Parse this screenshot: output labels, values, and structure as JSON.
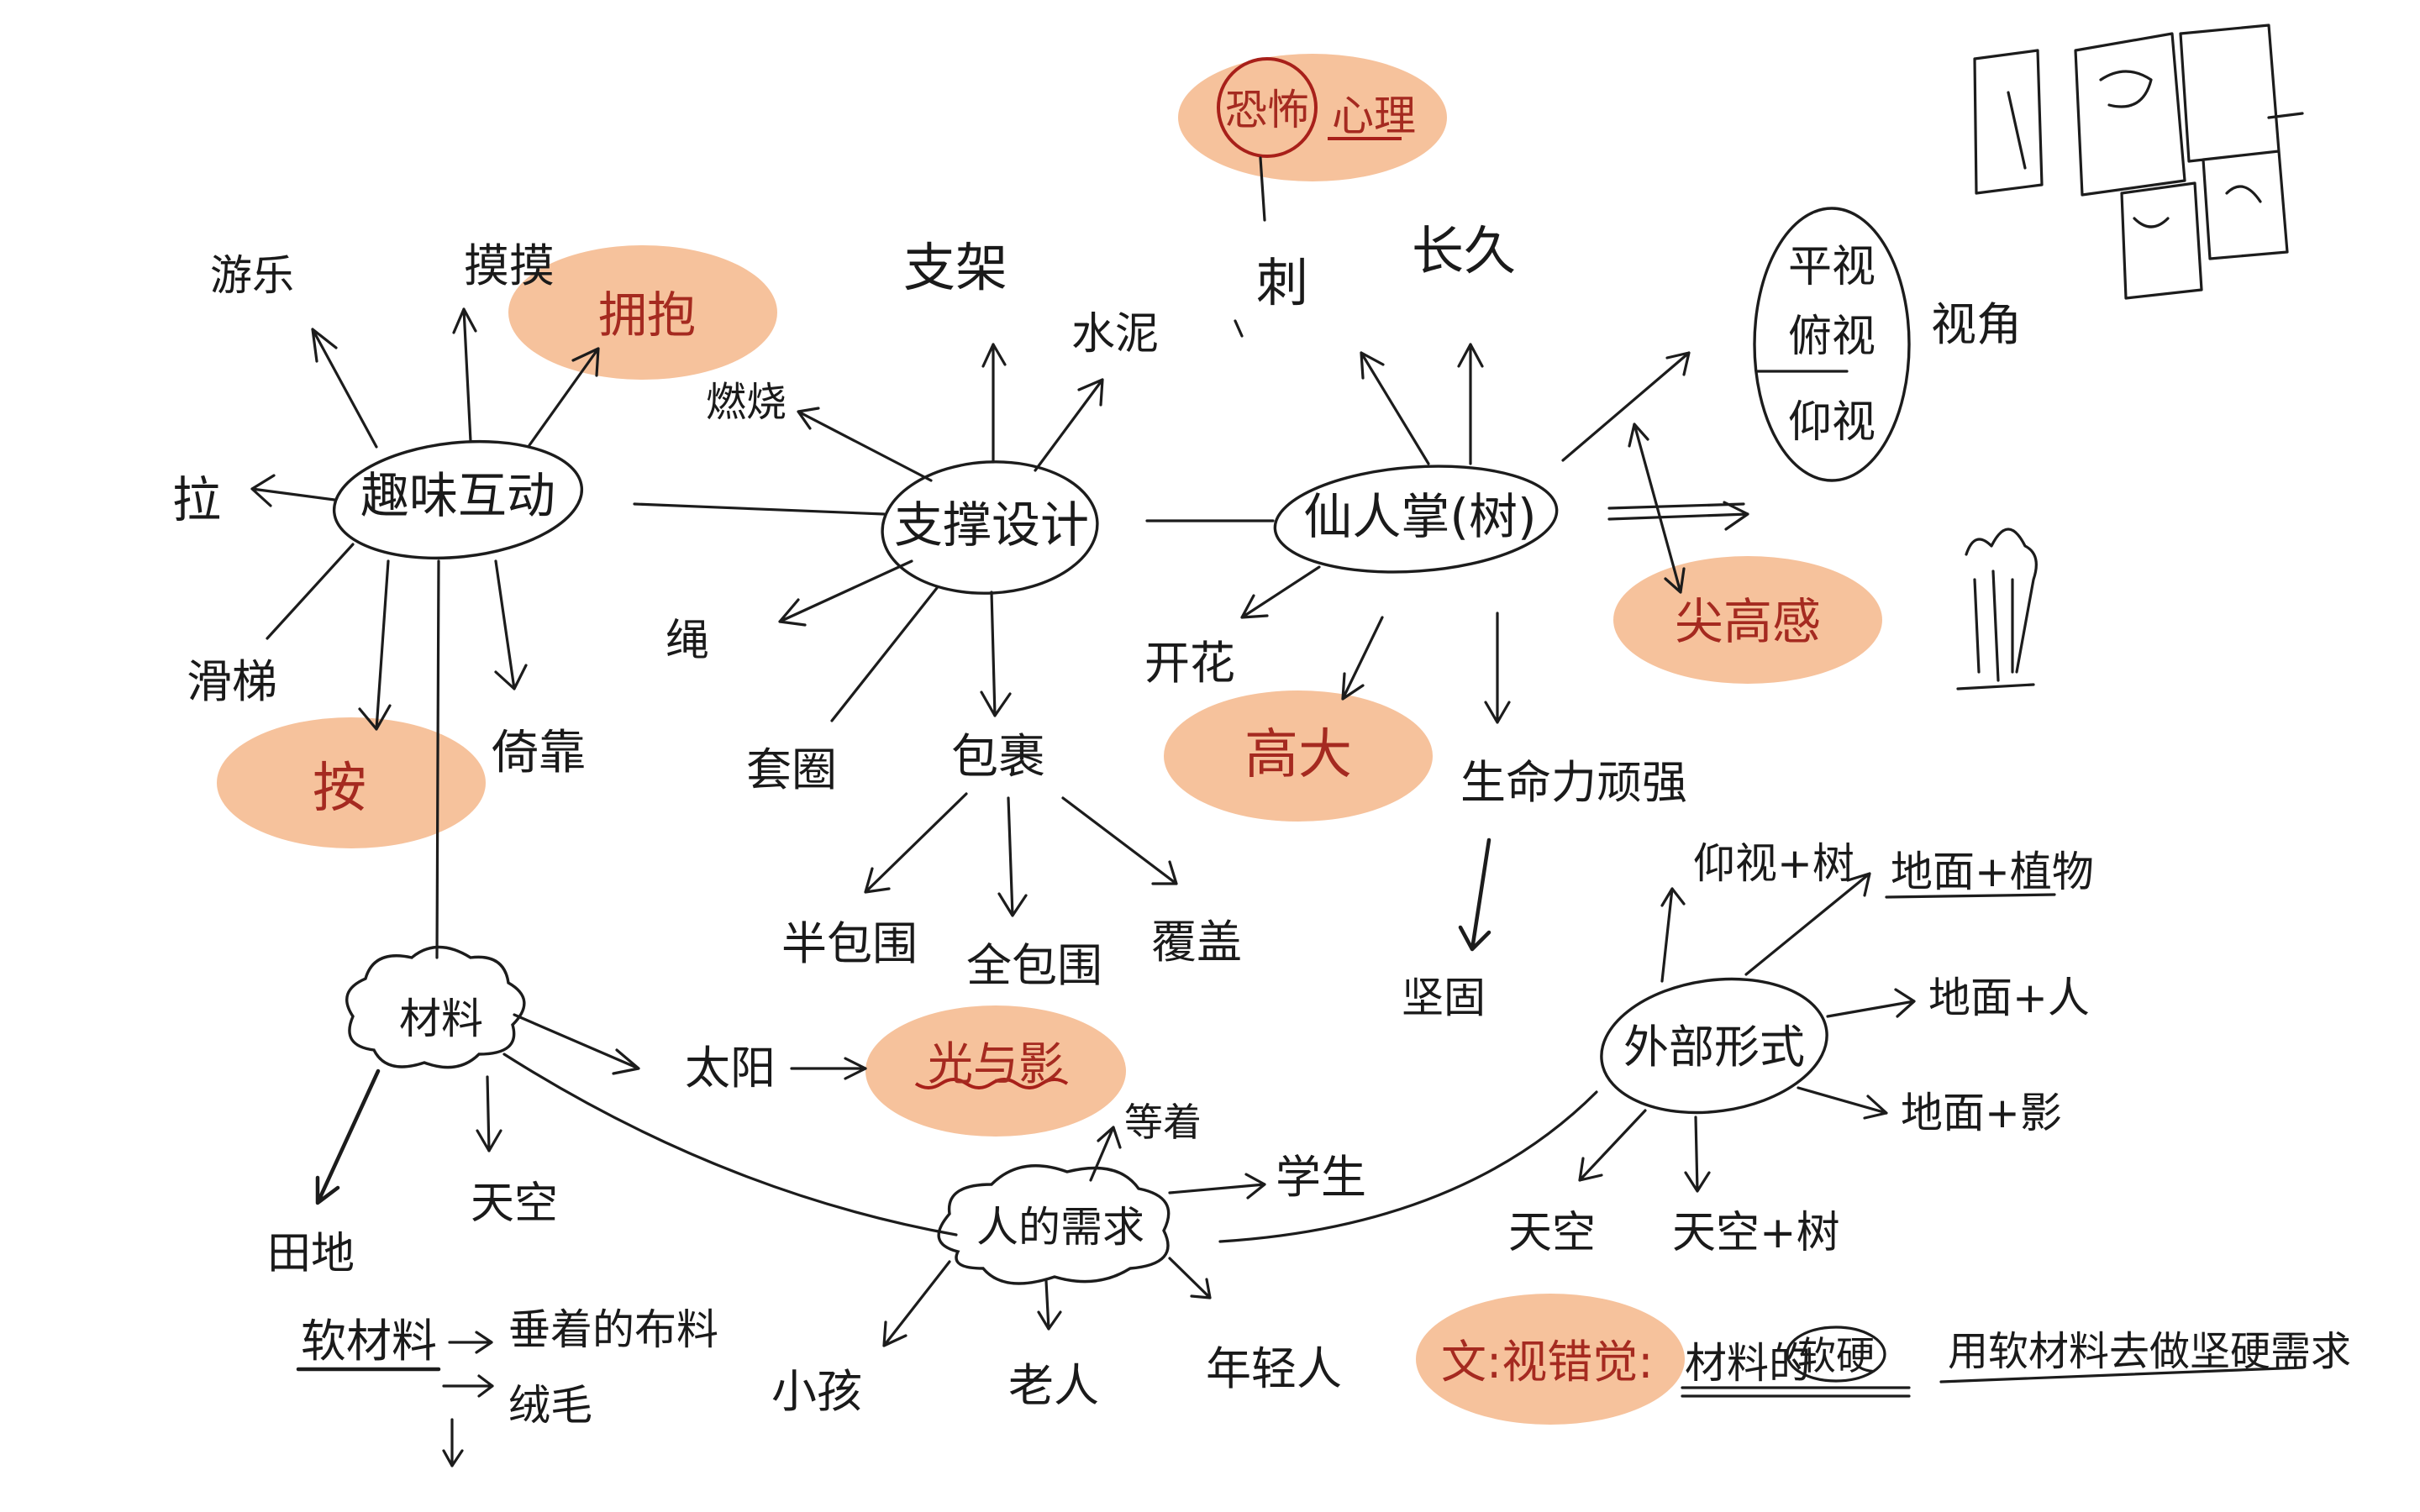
{
  "nodes": {
    "n1": "趣味互动",
    "n2": "支撑设计",
    "n3": "仙人掌(树)",
    "n4": "材料",
    "n5": "人的需求",
    "n6": "外部形式"
  },
  "labels": {
    "playful_a": "游乐",
    "stroke": "摸摸",
    "hug": "拥抱",
    "pull": "拉",
    "slide": "滑梯",
    "press": "按",
    "lean": "倚靠",
    "fuel": "燃烧",
    "frame": "支架",
    "cement": "水泥",
    "rope": "绳",
    "ring": "套圈",
    "wrap": "包裹",
    "half_wrap": "半包围",
    "full_wrap": "全包围",
    "cover": "覆盖",
    "thorn": "刺",
    "long": "长久",
    "fear_a": "恐怖",
    "fear_b": "心理",
    "flower": "开花",
    "tall": "高大",
    "breath": "生命力顽强",
    "solid": "坚固",
    "eye_level": "平视",
    "look_down": "俯视",
    "look_up": "仰视",
    "view": "视角",
    "perception": "尖高感",
    "sun": "太阳",
    "light_shadow": "光与影",
    "field": "田地",
    "sky": "天空",
    "soft": "软材料",
    "hanging": "垂着的布料",
    "velvet": "绒毛",
    "wait": "等着",
    "student": "学生",
    "child": "小孩",
    "elder": "老人",
    "young": "年轻人",
    "ground_tree": "仰视+树",
    "ground_plant": "地面+植物",
    "ground_person": "地面+人",
    "ground_shadow": "地面+影",
    "sky_a": "天空",
    "sky_tree": "天空+树",
    "visual_note": "文:视错觉:",
    "material": "材料的",
    "soft_hard": "软硬",
    "bottom_note": "用软材料去做坚硬需求"
  },
  "colors": {
    "highlight": "#f6c29c",
    "ink": "#1c1c1c",
    "red_ink": "#a52a20"
  }
}
